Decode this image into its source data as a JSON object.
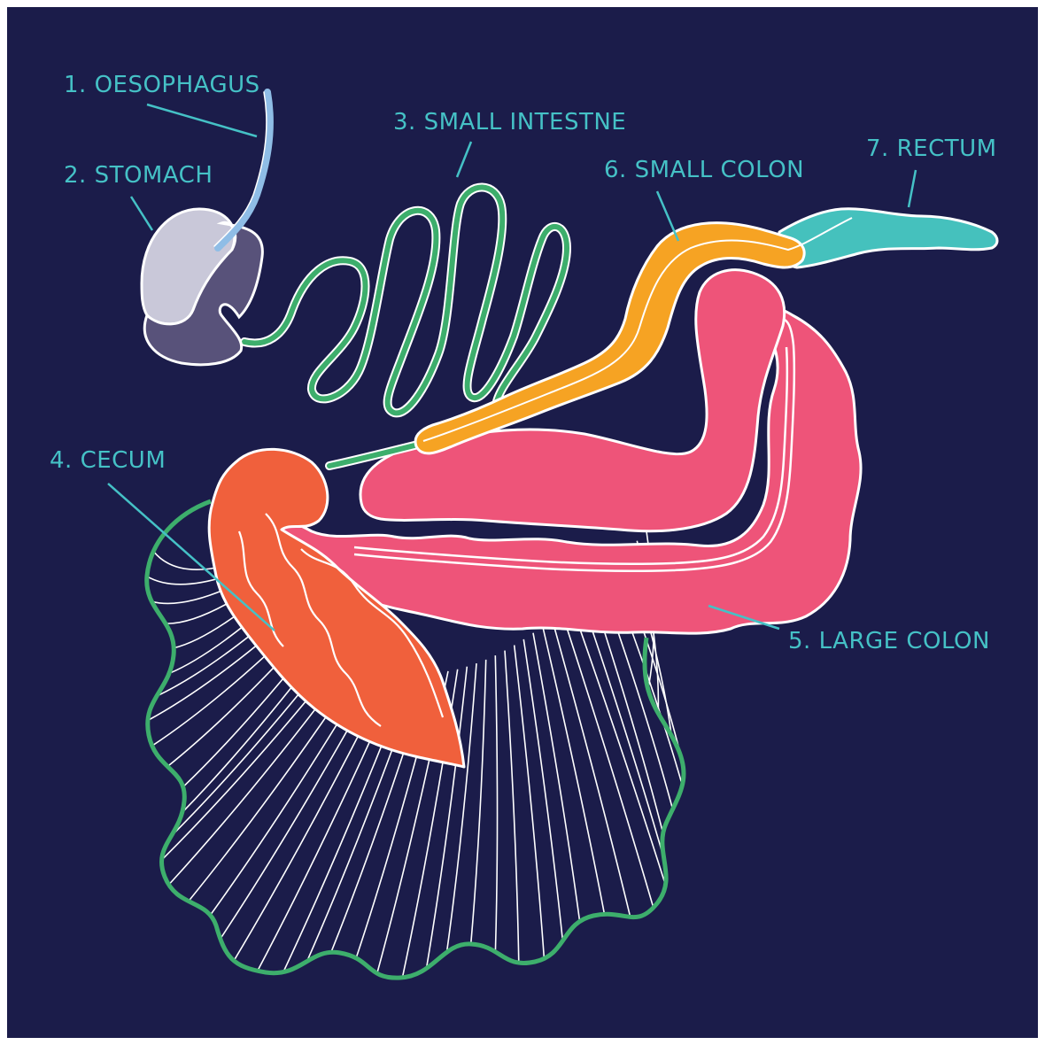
{
  "colors": {
    "background": "#1b1c4a",
    "label": "#45c1c6",
    "oesophagus": "#8fbde6",
    "stomach_top": "#c9c8d9",
    "stomach_bottom": "#58527a",
    "small_intestine": "#3dae6c",
    "cecum": "#f0603c",
    "large_colon": "#ee5479",
    "small_colon": "#f6a323",
    "rectum": "#45c1bd",
    "mesentery_lines": "#ffffff"
  },
  "labels": {
    "oesophagus": "1. OESOPHAGUS",
    "stomach": "2. STOMACH",
    "small_intestine": "3. SMALL INTESTNE",
    "cecum": "4. CECUM",
    "large_colon": "5. LARGE COLON",
    "small_colon": "6. SMALL COLON",
    "rectum": "7. RECTUM"
  }
}
